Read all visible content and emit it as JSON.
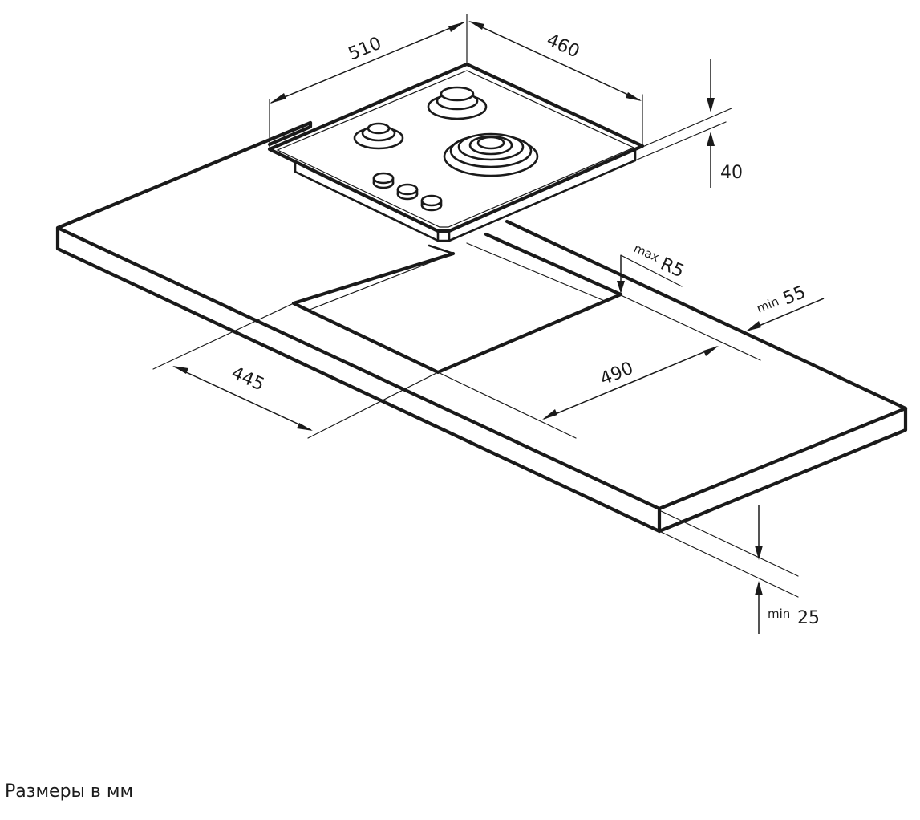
{
  "dimensions": {
    "hob_width": "510",
    "hob_depth": "460",
    "hob_height": "40",
    "cutout_width": "490",
    "cutout_depth": "445",
    "corner_radius": {
      "prefix": "max",
      "value": "R5"
    },
    "edge_distance": {
      "prefix": "min",
      "value": "55"
    },
    "worktop_thickness": {
      "prefix": "min",
      "value": "25"
    }
  },
  "units_note": "Размеры в мм",
  "colors": {
    "line": "#1a1a1a",
    "background": "#ffffff"
  }
}
